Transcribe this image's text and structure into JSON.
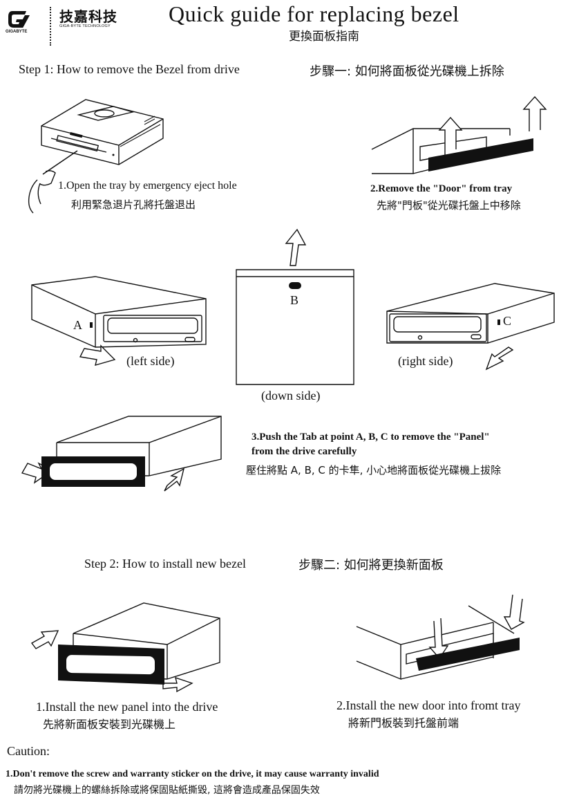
{
  "header": {
    "logo_brand": "GIGABYTE",
    "logo_chinese": "技嘉科技",
    "logo_english": "GIGA-BYTE TECHNOLOGY",
    "title": "Quick guide for replacing bezel",
    "title_chinese": "更換面板指南"
  },
  "step1": {
    "heading": "Step 1: How to remove the Bezel from drive",
    "heading_chinese": "步驟一: 如何將面板從光碟機上拆除",
    "instr1": "1.Open the tray by emergency eject hole",
    "instr1_chinese": "利用緊急退片孔將托盤退出",
    "instr2": "2.Remove the \"Door\" from tray",
    "instr2_chinese": "先將\"門板\"從光碟托盤上中移除",
    "point_a": "A",
    "point_b": "B",
    "point_c": "C",
    "left_side": "(left side)",
    "down_side": "(down side)",
    "right_side": "(right side)",
    "instr3_line1": "3.Push the Tab at point A, B, C to remove the \"Panel\"",
    "instr3_line2": "from the drive carefully",
    "instr3_chinese": "壓住將點 A, B, C 的卡隼, 小心地將面板從光碟機上拔除"
  },
  "step2": {
    "heading": "Step 2: How to install new bezel",
    "heading_chinese": "步驟二: 如何將更換新面板",
    "instr1": "1.Install the new panel into the drive",
    "instr1_chinese": "先將新面板安裝到光碟機上",
    "instr2": "2.Install the new door into fromt tray",
    "instr2_chinese": "將新門板裝到托盤前端"
  },
  "caution": {
    "heading": "Caution:",
    "item1": "1.Don't remove the screw and warranty sticker on the drive, it may cause warranty invalid",
    "item1_chinese": "請勿將光碟機上的螺絲拆除或將保固貼紙撕毀, 這將會造成產品保固失效"
  }
}
